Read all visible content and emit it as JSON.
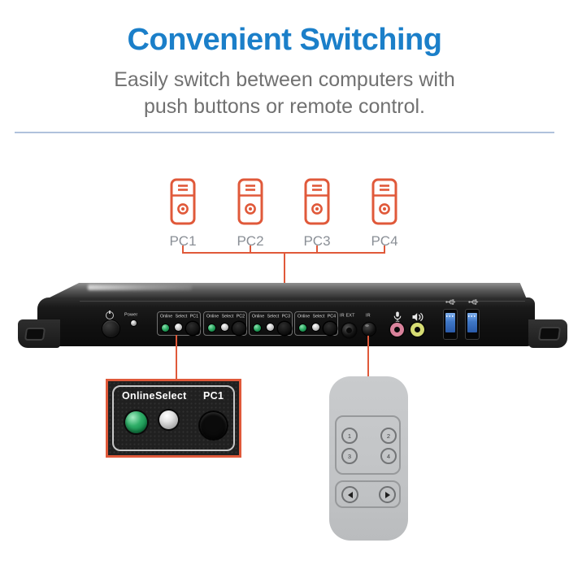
{
  "header": {
    "title": "Convenient Switching",
    "subtitle_line1": "Easily switch between computers with",
    "subtitle_line2": "push buttons or remote control."
  },
  "colors": {
    "title_blue": "#1b7fc9",
    "accent_orange": "#e0593a",
    "subtitle_gray": "#717171",
    "divider_gray_blue": "#b0c2dc",
    "led_green": "#2fae68",
    "usb_blue": "#3a77cc",
    "mic_jack_pink": "#d9829b",
    "audio_jack_yellow": "#d6dc73",
    "remote_gray": "#c4c6c8"
  },
  "computers": [
    {
      "label": "PC1"
    },
    {
      "label": "PC2"
    },
    {
      "label": "PC3"
    },
    {
      "label": "PC4"
    }
  ],
  "device": {
    "power_button_label": "Power",
    "port_groups": [
      {
        "online": "Online",
        "select": "Select",
        "pc": "PC1"
      },
      {
        "online": "Online",
        "select": "Select",
        "pc": "PC2"
      },
      {
        "online": "Online",
        "select": "Select",
        "pc": "PC3"
      },
      {
        "online": "Online",
        "select": "Select",
        "pc": "PC4"
      }
    ],
    "ir_ext_label": "IR EXT",
    "ir_label": "IR"
  },
  "inset": {
    "online": "Online",
    "select": "Select",
    "pc": "PC1"
  },
  "remote": {
    "buttons": [
      "1",
      "2",
      "3",
      "4"
    ]
  },
  "icons": {
    "pc": "pc-tower-icon",
    "power": "power-icon",
    "microphone": "mic-icon",
    "speakers": "speaker-icon",
    "usb": "usb-icon",
    "previous": "arrow-left-icon",
    "next": "arrow-right-icon"
  }
}
